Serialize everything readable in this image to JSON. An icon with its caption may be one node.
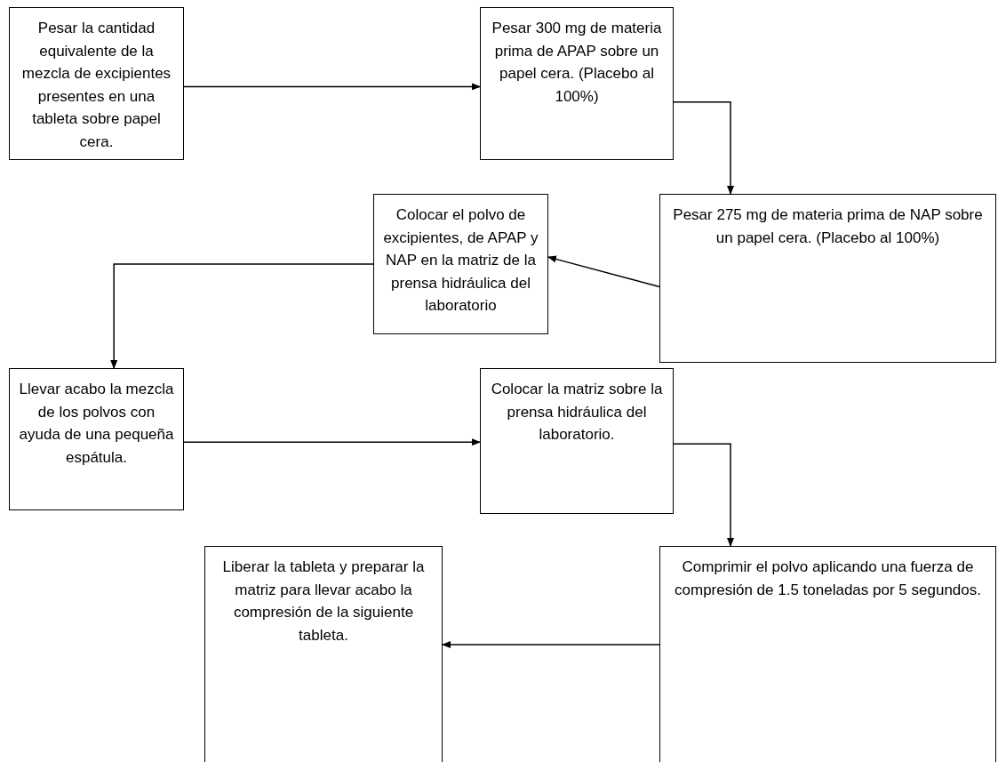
{
  "diagram": {
    "nodes": [
      {
        "text": [
          "Pesar la  cantidad equivalente de la mezcla de excipientes presentes en una tableta sobre papel cera."
        ]
      },
      {
        "text": [
          "Pesar 300 mg de materia prima de APAP sobre un papel cera. (Placebo al 100%)"
        ]
      },
      {
        "text": [
          "Pesar 275 mg de materia prima de NAP sobre un papel cera. (Placebo al 100%)"
        ]
      },
      {
        "text": [
          "Colocar el polvo de excipientes, de APAP y NAP en la matriz de la prensa hidráulica del laboratorio"
        ]
      },
      {
        "text": [
          "Llevar acabo la mezcla de los polvos con ayuda de una pequeña espátula."
        ]
      },
      {
        "text": [
          "Colocar la matriz sobre la prensa hidráulica del laboratorio."
        ]
      },
      {
        "text": [
          "Comprimir el polvo aplicando una fuerza de compresión de 1.5 toneladas por 5 segundos."
        ]
      },
      {
        "text": [
          "Liberar la tableta y preparar la matriz para llevar acabo la compresión de la siguiente tableta."
        ]
      }
    ],
    "edges": [
      {
        "from": 0,
        "to": 1,
        "arrow": "to"
      },
      {
        "from": 1,
        "to": 2,
        "arrow": "to"
      },
      {
        "from": 2,
        "to": 3,
        "arrow": "to"
      },
      {
        "from": 3,
        "to": 4,
        "arrow": "to"
      },
      {
        "from": 4,
        "to": 5,
        "arrow": "to"
      },
      {
        "from": 5,
        "to": 6,
        "arrow": "to"
      },
      {
        "from": 6,
        "to": 7,
        "arrow": "to"
      }
    ]
  }
}
